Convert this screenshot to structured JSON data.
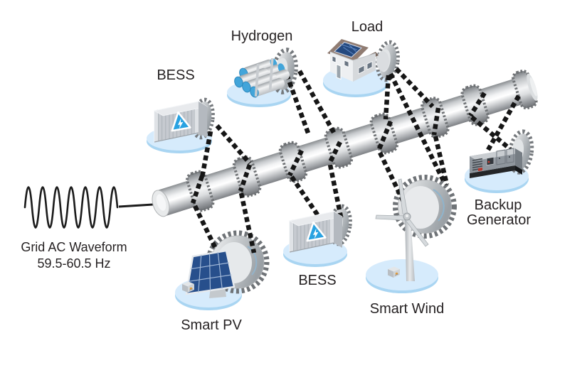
{
  "diagram": {
    "waveform": {
      "line1": "Grid AC Waveform",
      "line2": "59.5-60.5 Hz"
    },
    "components": {
      "bess_top": {
        "label": "BESS"
      },
      "hydrogen": {
        "label": "Hydrogen"
      },
      "load": {
        "label": "Load"
      },
      "backup_generator": {
        "label_line1": "Backup",
        "label_line2": "Generator"
      },
      "smart_pv": {
        "label": "Smart PV"
      },
      "bess_bottom": {
        "label": "BESS"
      },
      "smart_wind": {
        "label": "Smart Wind"
      }
    },
    "colors": {
      "background": "#ffffff",
      "platform_top": "#d6ebfc",
      "platform_rim": "#a9d5f2",
      "belt": "#161616",
      "accent_blue": "#29a2e1",
      "solar_panel_blue": "#274f8c",
      "hydrogen_cap_blue": "#42a5da",
      "metal_light": "#f2f3f4",
      "metal_dark": "#8f9296",
      "text": "#262223"
    }
  }
}
